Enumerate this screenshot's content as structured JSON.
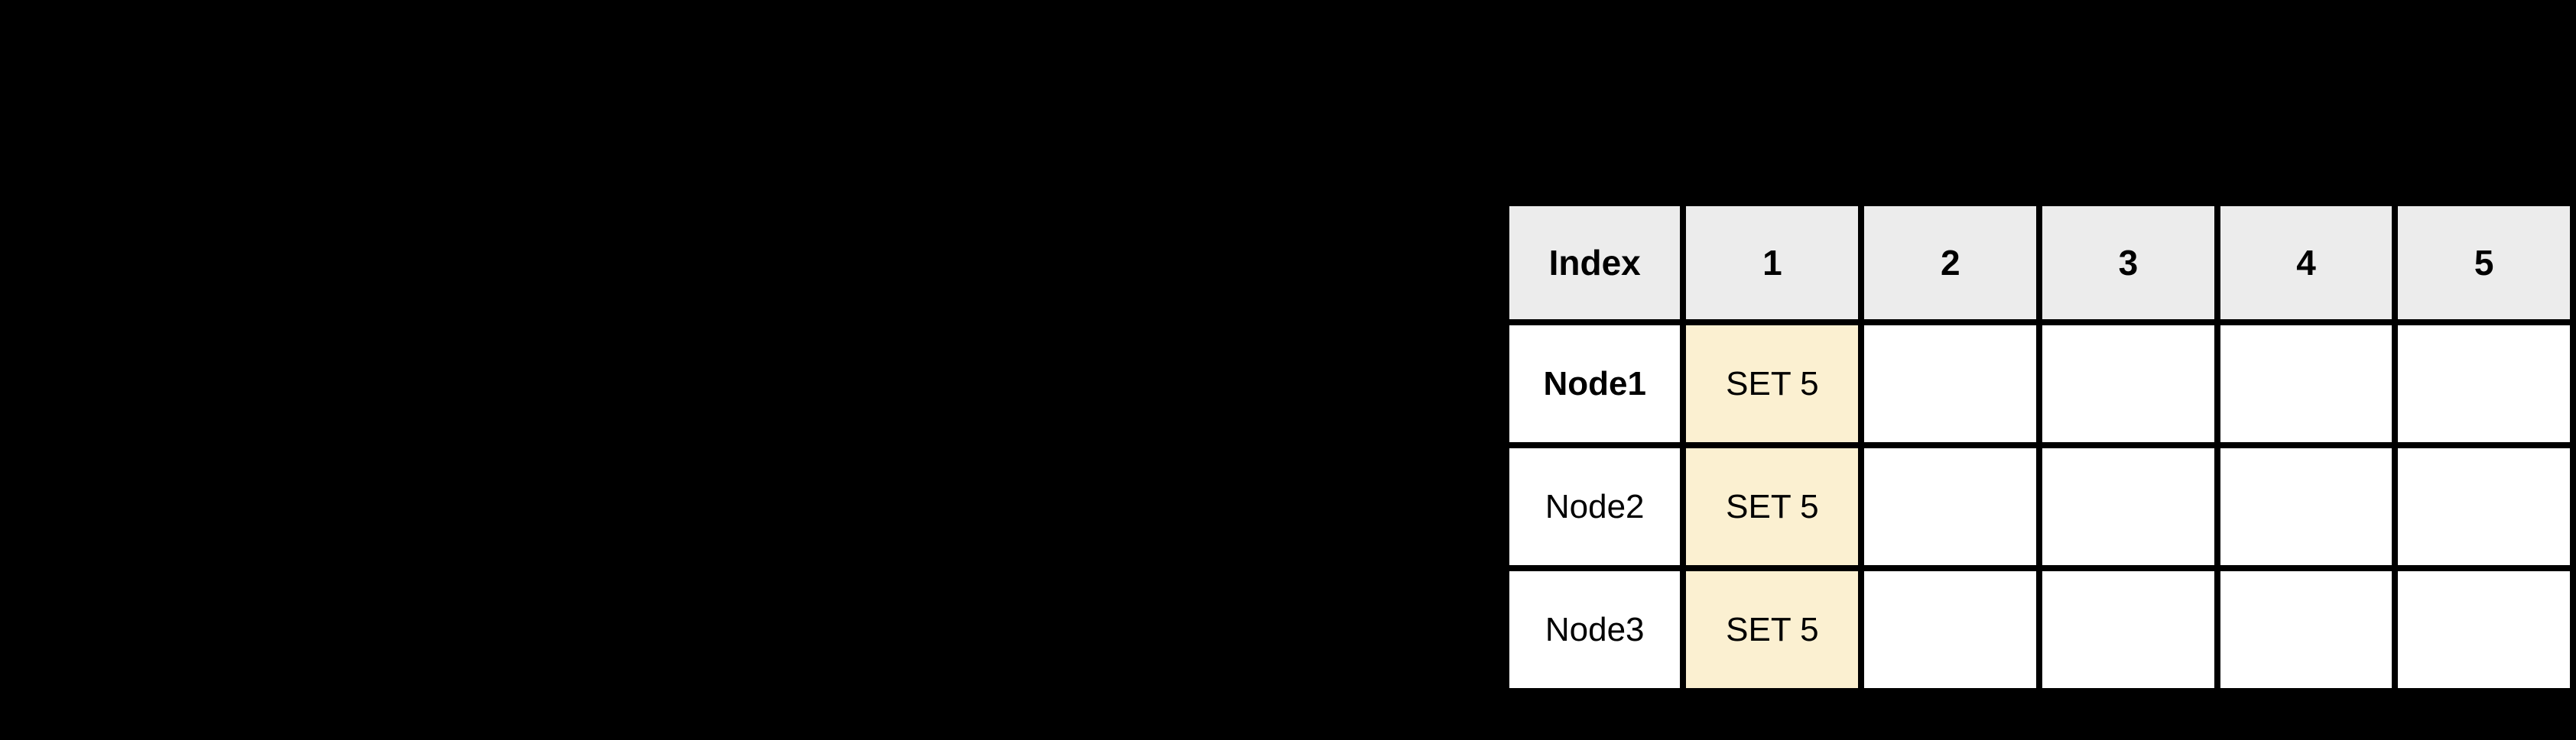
{
  "colors": {
    "background": "#000000",
    "border": "#000000",
    "header_bg": "#ececec",
    "cell_bg": "#ffffff",
    "highlight": "#fbf0d1",
    "text": "#000000"
  },
  "table": {
    "headers": [
      "Index",
      "1",
      "2",
      "3",
      "4",
      "5"
    ],
    "rows": [
      {
        "label": "Node1",
        "cells": [
          "SET 5",
          "",
          "",
          "",
          ""
        ]
      },
      {
        "label": "Node2",
        "cells": [
          "SET 5",
          "",
          "",
          "",
          ""
        ]
      },
      {
        "label": "Node3",
        "cells": [
          "SET 5",
          "",
          "",
          "",
          ""
        ]
      }
    ]
  }
}
